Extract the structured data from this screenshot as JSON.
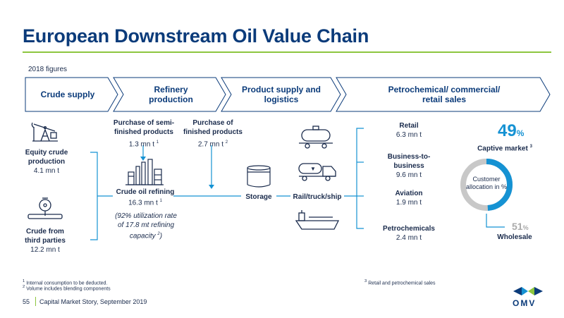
{
  "title": "European Downstream Oil Value Chain",
  "subtitle": "2018 figures",
  "stages": [
    {
      "label": "Crude supply"
    },
    {
      "label": "Refinery production"
    },
    {
      "label": "Product supply and logistics"
    },
    {
      "label": "Petrochemical/ commercial/ retail sales"
    }
  ],
  "supply": {
    "equity_label": "Equity crude production",
    "equity_value": "4.1 mn t",
    "third_label": "Crude from third parties",
    "third_value": "12.2 mn t"
  },
  "refinery": {
    "semi_label": "Purchase of semi-finished products",
    "semi_value": "1.3 mn t",
    "semi_sup": "1",
    "finished_label": "Purchase of finished products",
    "finished_value": "2.7 mn t",
    "finished_sup": "2",
    "refining_label": "Crude oil refining",
    "refining_value": "16.3 mn t",
    "refining_sup": "1",
    "utilization_note": "(92% utilization rate of 17.8 mt refining capacity",
    "utilization_sup": "2",
    "utilization_close": ")"
  },
  "logistics": {
    "storage_label": "Storage",
    "transport_label": "Rail/truck/ship"
  },
  "sales": [
    {
      "label": "Retail",
      "value": "6.3 mn t"
    },
    {
      "label": "Business-to-business",
      "value": "9.6 mn t"
    },
    {
      "label": "Aviation",
      "value": "1.9 mn t"
    },
    {
      "label": "Petrochemicals",
      "value": "2.4 mn t"
    }
  ],
  "allocation": {
    "center_label": "Customer allocation in %",
    "captive_pct": "49",
    "pct_sign": "%",
    "captive_label": "Captive market",
    "captive_sup": "3",
    "wholesale_pct": "51",
    "wholesale_label": "Wholesale",
    "captive_color": "#1592d3",
    "wholesale_color": "#c8c8c8"
  },
  "footnotes": {
    "n1_mark": "1",
    "n1": "Internal consumption to be deducted.",
    "n2_mark": "2",
    "n2": "Volume includes blending components",
    "n3_mark": "3",
    "n3": "Retail and petrochemical sales"
  },
  "footer": {
    "page": "55",
    "text": "Capital Market Story, September 2019",
    "brand": "OMV"
  },
  "colors": {
    "navy": "#0b3b7a",
    "accent": "#1592d3",
    "green": "#8dc63f"
  },
  "icons": [
    "oil-pump-icon",
    "pipeline-valve-icon",
    "refinery-icon",
    "storage-tank-icon",
    "rail-tank-car-icon",
    "tank-truck-icon",
    "tanker-ship-icon"
  ]
}
